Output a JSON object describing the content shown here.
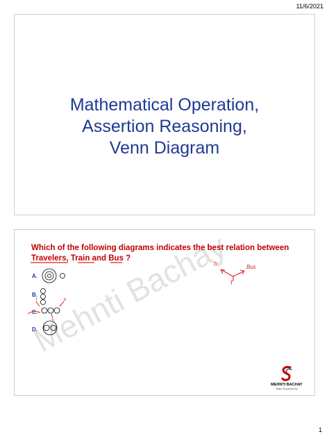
{
  "header": {
    "date": "11/6/2021"
  },
  "slide1": {
    "title_lines": [
      "Mathematical Operation,",
      "Assertion Reasoning,",
      "Venn Diagram"
    ]
  },
  "slide2": {
    "question_lines": [
      "Which of the following diagrams indicates the best relation between",
      "Travelers, Train and Bus ?"
    ],
    "options": [
      "A.",
      "B.",
      "C.",
      "D."
    ],
    "annotation_labels": {
      "travelers": "Tr",
      "bus": "Bus",
      "train": "T"
    },
    "watermark": "Mehnti Bachay",
    "logo": {
      "name": "MEHNTI BACHAY",
      "tagline": "Team Success Bu"
    }
  },
  "footer": {
    "page_number": "1"
  },
  "colors": {
    "title": "#1f3a93",
    "question": "#c00000",
    "annotation": "#e0201b",
    "option_label": "#1f3a93"
  }
}
